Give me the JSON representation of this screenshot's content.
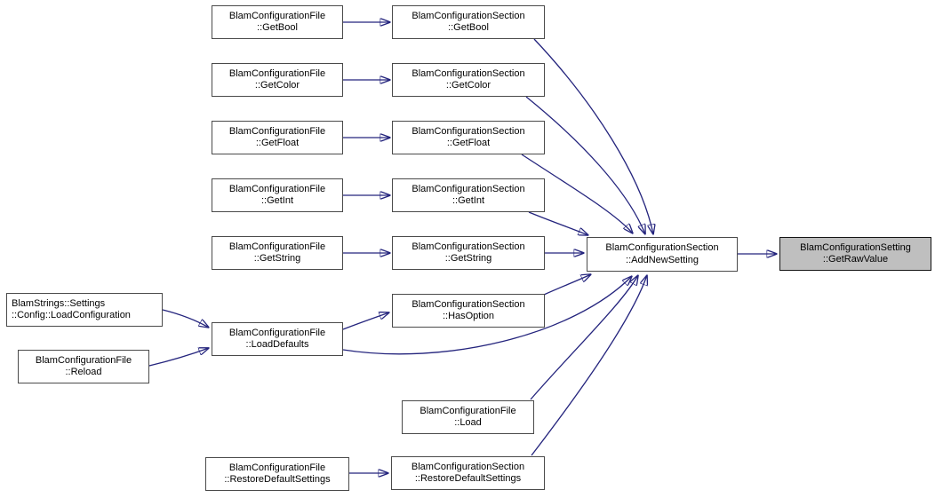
{
  "graph": {
    "kind": "caller-graph",
    "highlighted_node": "BlamConfigurationSetting::GetRawValue",
    "colors": {
      "edge": "#24247d",
      "node_border": "#4a4a4a",
      "node_fill": "#ffffff",
      "highlight_fill": "#bfbfbf",
      "text": "#000000",
      "background": "#ffffff"
    }
  },
  "nodes": [
    {
      "id": "file-getbool",
      "line1": "BlamConfigurationFile",
      "line2": "::GetBool"
    },
    {
      "id": "sec-getbool",
      "line1": "BlamConfigurationSection",
      "line2": "::GetBool"
    },
    {
      "id": "file-getcolor",
      "line1": "BlamConfigurationFile",
      "line2": "::GetColor"
    },
    {
      "id": "sec-getcolor",
      "line1": "BlamConfigurationSection",
      "line2": "::GetColor"
    },
    {
      "id": "file-getfloat",
      "line1": "BlamConfigurationFile",
      "line2": "::GetFloat"
    },
    {
      "id": "sec-getfloat",
      "line1": "BlamConfigurationSection",
      "line2": "::GetFloat"
    },
    {
      "id": "file-getint",
      "line1": "BlamConfigurationFile",
      "line2": "::GetInt"
    },
    {
      "id": "sec-getint",
      "line1": "BlamConfigurationSection",
      "line2": "::GetInt"
    },
    {
      "id": "file-getstring",
      "line1": "BlamConfigurationFile",
      "line2": "::GetString"
    },
    {
      "id": "sec-getstring",
      "line1": "BlamConfigurationSection",
      "line2": "::GetString"
    },
    {
      "id": "loadconfiguration",
      "line1": "BlamStrings::Settings",
      "line2": "::Config::LoadConfiguration"
    },
    {
      "id": "file-reload",
      "line1": "BlamConfigurationFile",
      "line2": "::Reload"
    },
    {
      "id": "file-loaddefaults",
      "line1": "BlamConfigurationFile",
      "line2": "::LoadDefaults"
    },
    {
      "id": "sec-hasoption",
      "line1": "BlamConfigurationSection",
      "line2": "::HasOption"
    },
    {
      "id": "file-load",
      "line1": "BlamConfigurationFile",
      "line2": "::Load"
    },
    {
      "id": "file-restoredefaultsettings",
      "line1": "BlamConfigurationFile",
      "line2": "::RestoreDefaultSettings"
    },
    {
      "id": "sec-restoredefaultsettings",
      "line1": "BlamConfigurationSection",
      "line2": "::RestoreDefaultSettings"
    },
    {
      "id": "sec-addnewsetting",
      "line1": "BlamConfigurationSection",
      "line2": "::AddNewSetting"
    },
    {
      "id": "setting-getrawvalue",
      "line1": "BlamConfigurationSetting",
      "line2": "::GetRawValue",
      "highlighted": true
    }
  ],
  "edges": [
    {
      "from": "file-getbool",
      "to": "sec-getbool"
    },
    {
      "from": "file-getcolor",
      "to": "sec-getcolor"
    },
    {
      "from": "file-getfloat",
      "to": "sec-getfloat"
    },
    {
      "from": "file-getint",
      "to": "sec-getint"
    },
    {
      "from": "file-getstring",
      "to": "sec-getstring"
    },
    {
      "from": "loadconfiguration",
      "to": "file-loaddefaults"
    },
    {
      "from": "file-reload",
      "to": "file-loaddefaults"
    },
    {
      "from": "file-loaddefaults",
      "to": "sec-hasoption"
    },
    {
      "from": "file-loaddefaults",
      "to": "sec-addnewsetting"
    },
    {
      "from": "sec-getbool",
      "to": "sec-addnewsetting"
    },
    {
      "from": "sec-getcolor",
      "to": "sec-addnewsetting"
    },
    {
      "from": "sec-getfloat",
      "to": "sec-addnewsetting"
    },
    {
      "from": "sec-getint",
      "to": "sec-addnewsetting"
    },
    {
      "from": "sec-getstring",
      "to": "sec-addnewsetting"
    },
    {
      "from": "sec-hasoption",
      "to": "sec-addnewsetting"
    },
    {
      "from": "file-load",
      "to": "sec-addnewsetting"
    },
    {
      "from": "sec-restoredefaultsettings",
      "to": "sec-addnewsetting"
    },
    {
      "from": "file-restoredefaultsettings",
      "to": "sec-restoredefaultsettings"
    },
    {
      "from": "sec-addnewsetting",
      "to": "setting-getrawvalue"
    }
  ]
}
